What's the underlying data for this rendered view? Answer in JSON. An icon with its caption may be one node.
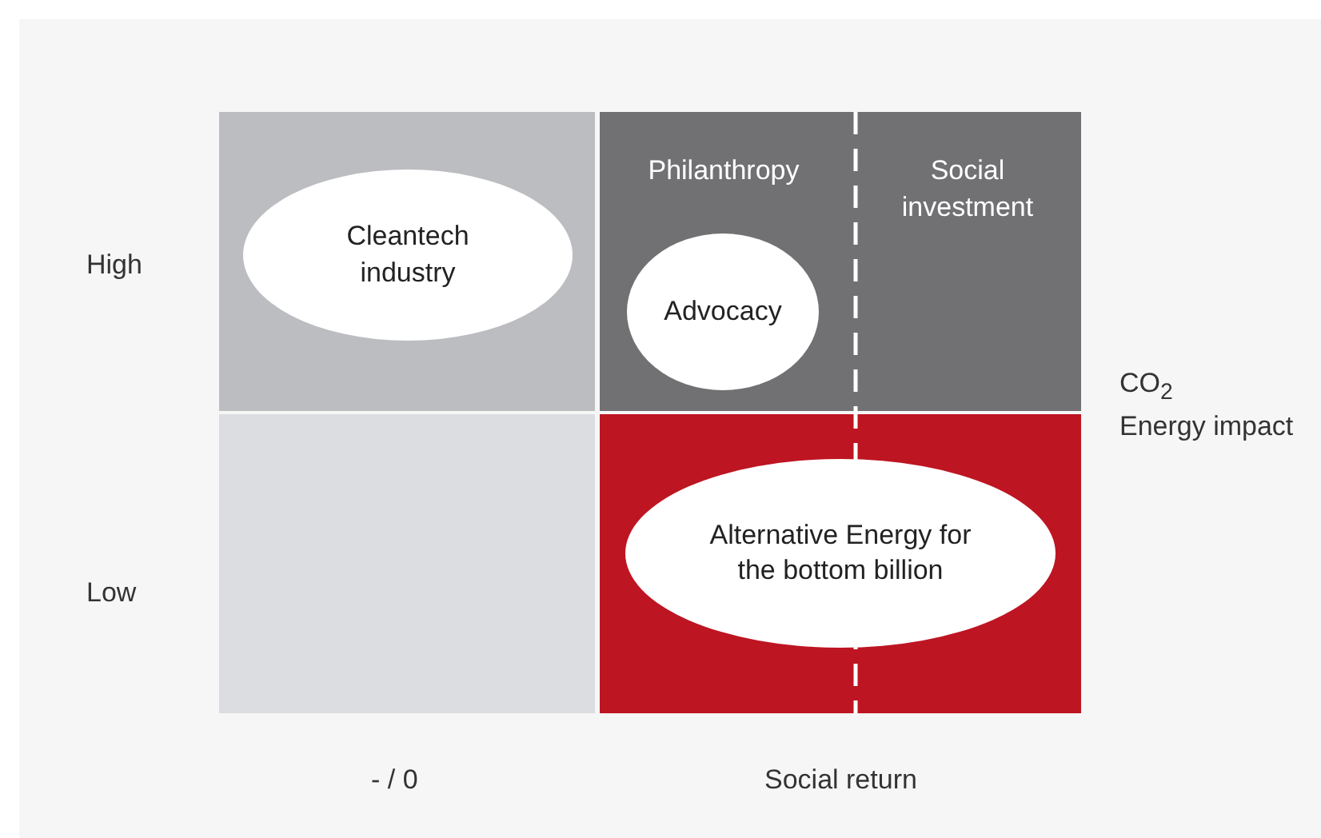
{
  "diagram": {
    "nodes": [
      {
        "text": [],
        "shape": "box"
      },
      {
        "text": [
          "Cleantech industry"
        ],
        "in": 0
      },
      {
        "text": [
          "Philanthropy",
          "Social investment"
        ]
      },
      {
        "text": [
          "Advocacy"
        ],
        "in": 2
      },
      {
        "text": [],
        "shape": "box"
      },
      {
        "text": [],
        "shape": "box"
      },
      {
        "text": [
          "Alternative Energy for the bottom billion"
        ],
        "in": 5
      }
    ],
    "edges": [],
    "labels": [
      "High",
      "CO$_{2}$",
      "Energy impact",
      "Low",
      "- / 0",
      "Social return"
    ]
  }
}
